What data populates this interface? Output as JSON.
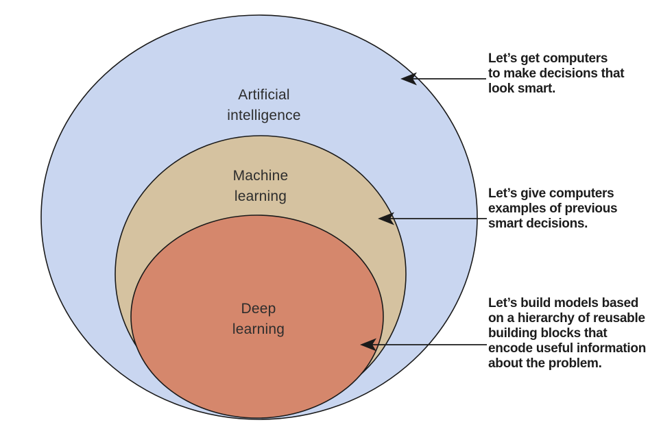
{
  "diagram": {
    "title": "Nested circles comparing artificial intelligence, machine learning, and deep learning",
    "background_color": "#ffffff",
    "stroke_color": "#1a1a1a",
    "circles": [
      {
        "name": "artificial-intelligence",
        "label": "Artificial\nintelligence",
        "fill": "#c9d6f0"
      },
      {
        "name": "machine-learning",
        "label": "Machine\nlearning",
        "fill": "#d5c2a0"
      },
      {
        "name": "deep-learning",
        "label": "Deep\nlearning",
        "fill": "#d5876c"
      }
    ],
    "annotations": [
      {
        "target": "artificial-intelligence",
        "text": "Let’s get computers\nto make decisions that\nlook smart."
      },
      {
        "target": "machine-learning",
        "text": "Let’s give computers\nexamples of previous\nsmart decisions."
      },
      {
        "target": "deep-learning",
        "text": "Let’s build models based\non a hierarchy of reusable\nbuilding blocks that\nencode useful information\nabout the problem."
      }
    ]
  }
}
